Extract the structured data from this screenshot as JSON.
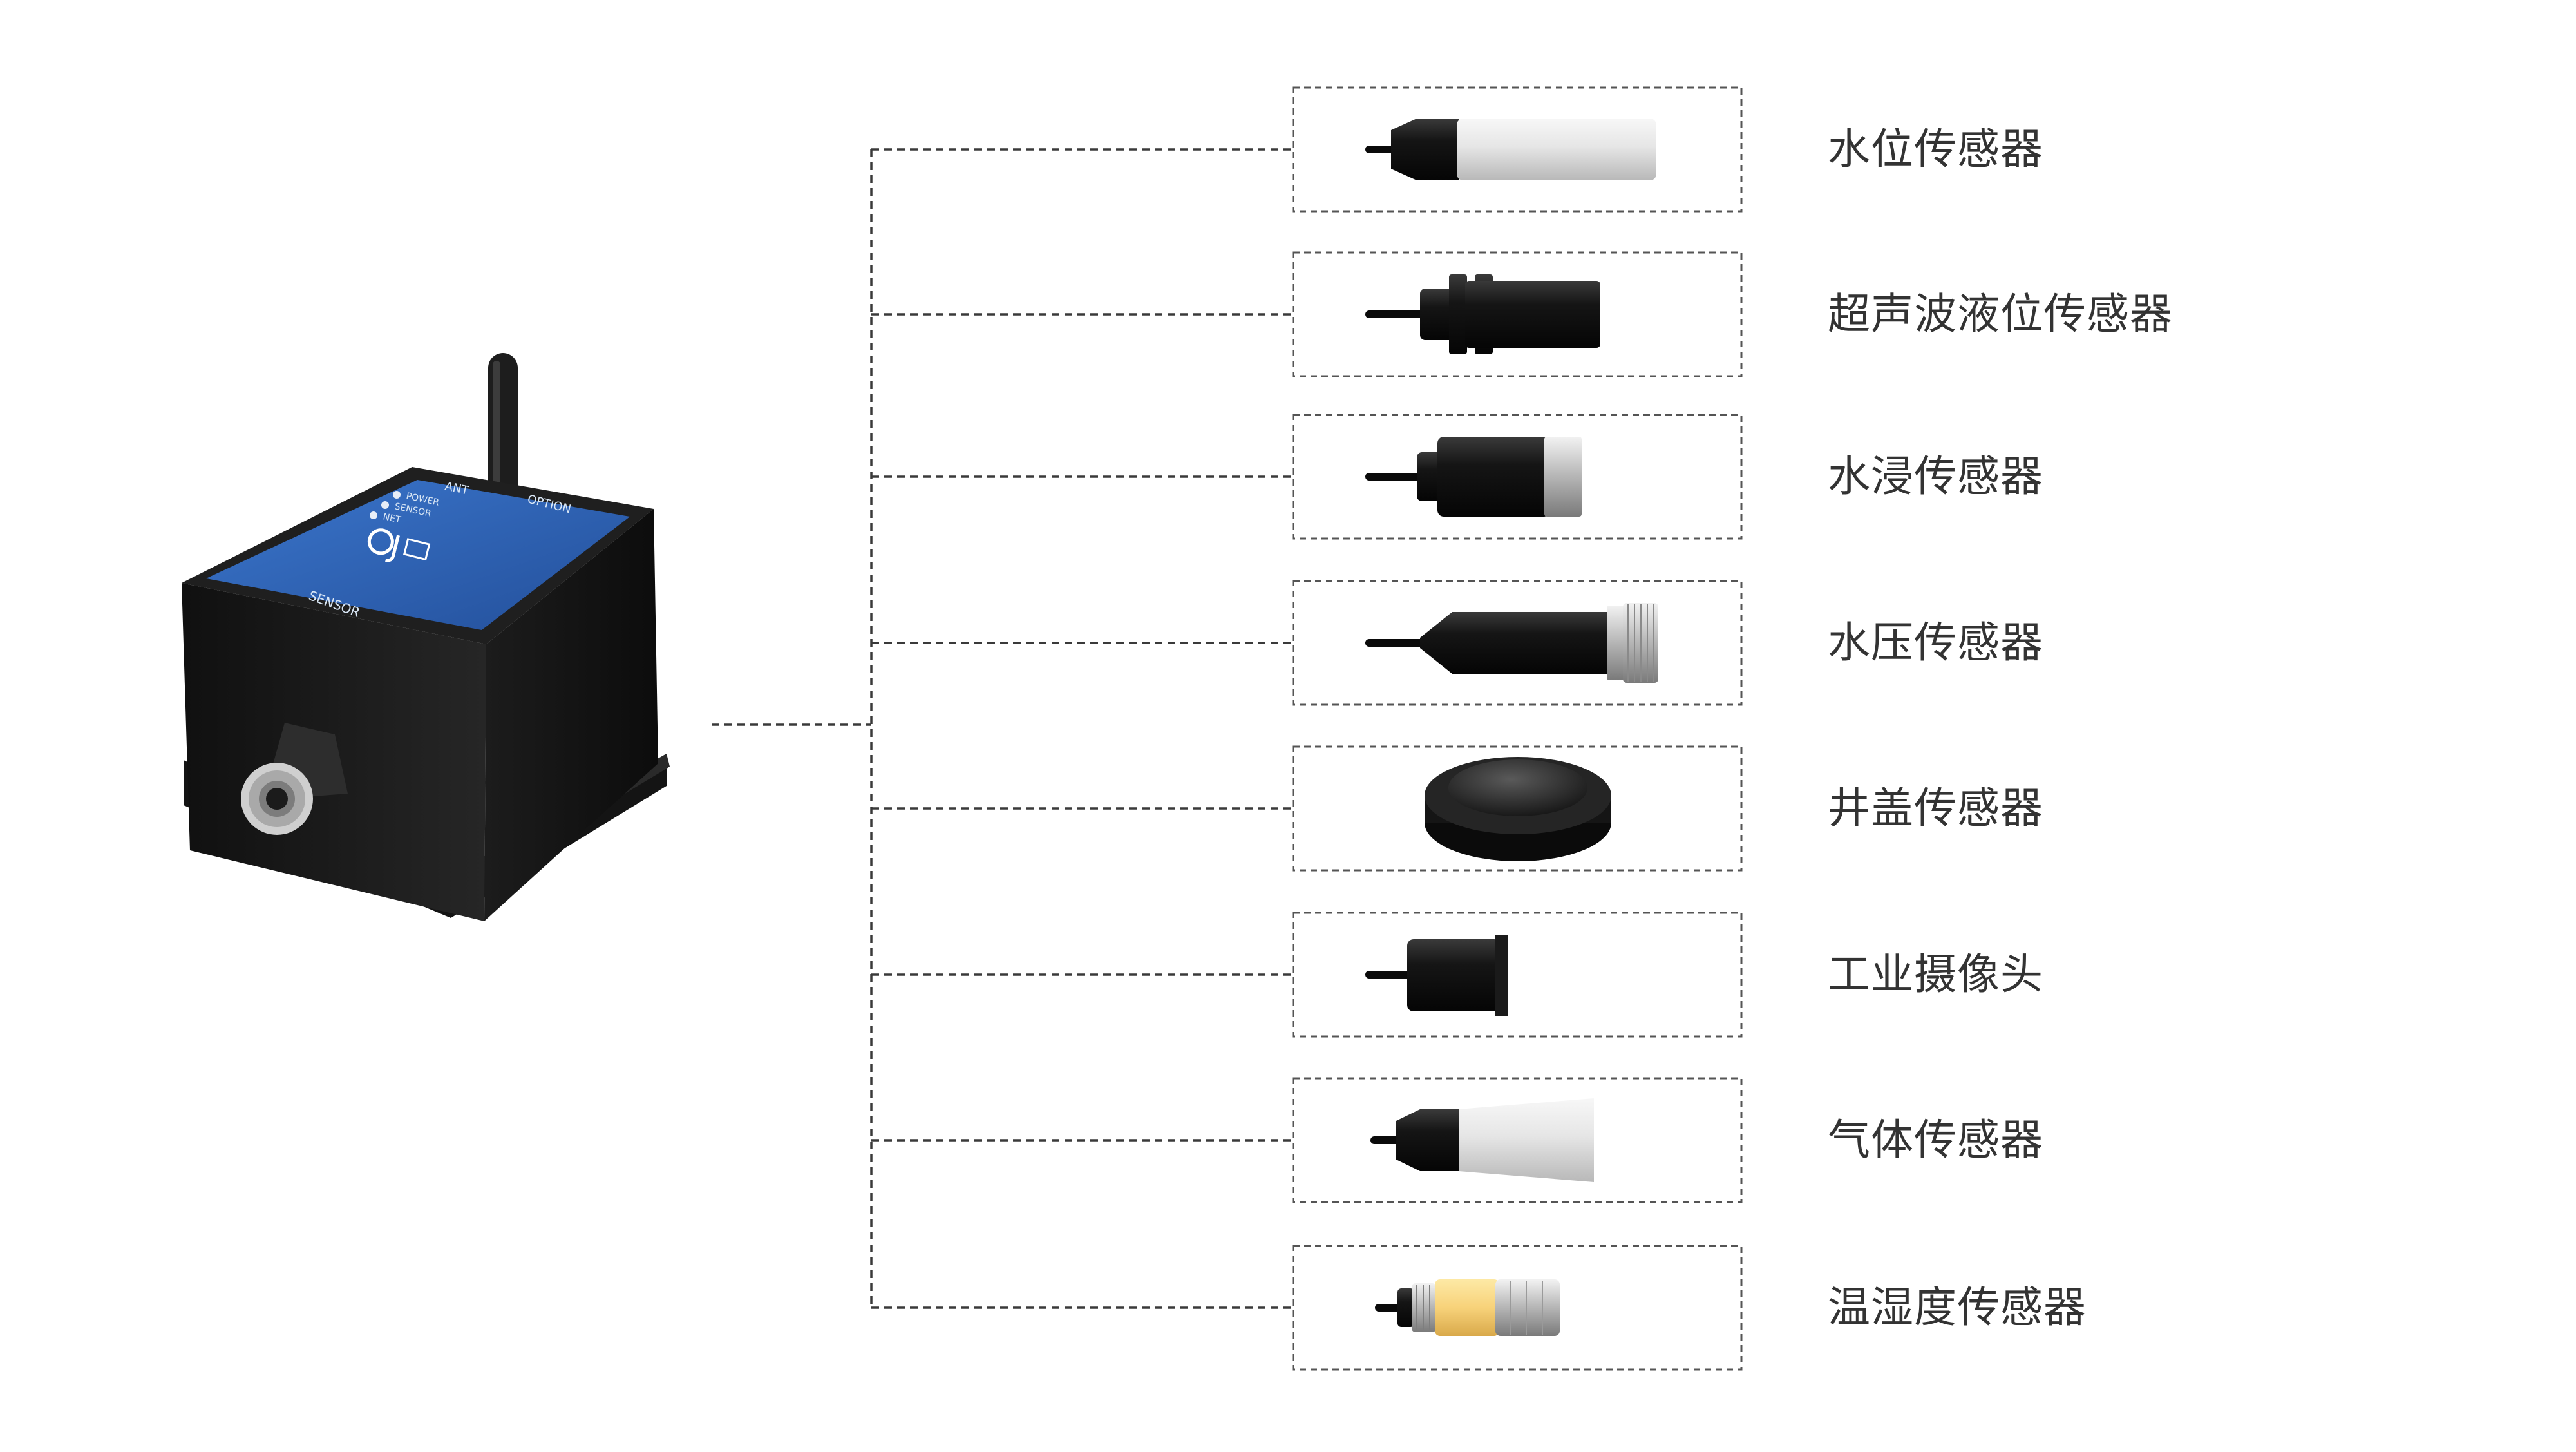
{
  "colors": {
    "connector": "#3a3a3a",
    "box_border": "#555555",
    "label": "#333333",
    "device_body": "#1a1a1a",
    "device_top": "#2e63b6"
  },
  "device": {
    "name": "data-collector-device",
    "top_labels": {
      "ant": "ANT",
      "option": "OPTION",
      "sensor": "SENSOR",
      "power": "POWER",
      "sensor_led": "SENSOR",
      "net": "NET"
    }
  },
  "sensors": [
    {
      "id": "water-level",
      "label": "水位传感器",
      "icon": "cylinder-probe-white"
    },
    {
      "id": "ultrasonic-level",
      "label": "超声波液位传感器",
      "icon": "ultrasonic-probe-black"
    },
    {
      "id": "water-immersion",
      "label": "水浸传感器",
      "icon": "immersion-probe-black-silver"
    },
    {
      "id": "water-pressure",
      "label": "水压传感器",
      "icon": "pressure-probe-threaded"
    },
    {
      "id": "manhole-cover",
      "label": "井盖传感器",
      "icon": "puck-sensor-black"
    },
    {
      "id": "industrial-camera",
      "label": "工业摄像头",
      "icon": "camera-cylinder-black"
    },
    {
      "id": "gas",
      "label": "气体传感器",
      "icon": "gas-probe-cone-white"
    },
    {
      "id": "temp-humidity",
      "label": "温湿度传感器",
      "icon": "temp-humidity-probe-yellow"
    }
  ]
}
